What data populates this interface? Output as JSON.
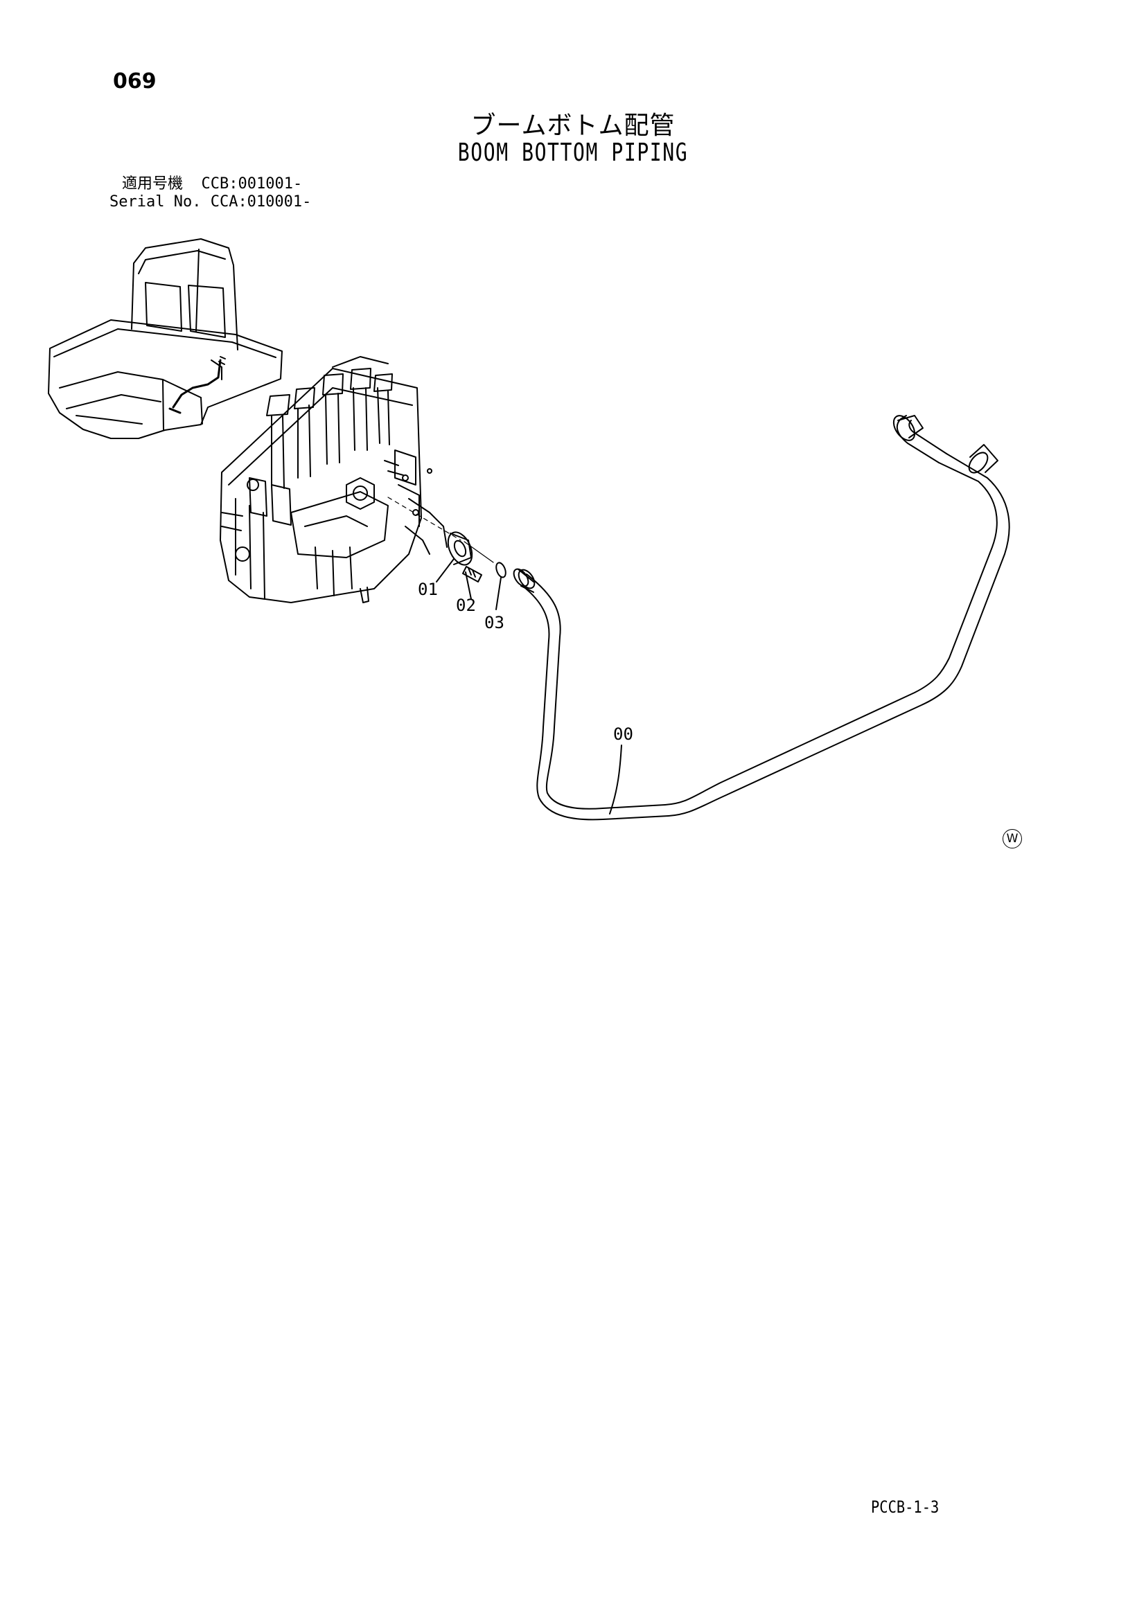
{
  "page": {
    "number": "069",
    "reference_code": "PCCB-1-3"
  },
  "title": {
    "japanese": "ブームボトム配管",
    "english": "BOOM BOTTOM PIPING"
  },
  "serial": {
    "line1_label": "適用号機",
    "line1_value": "CCB:001001-",
    "line2_label": "Serial No.",
    "line2_value": "CCA:010001-"
  },
  "callouts": [
    "01",
    "02",
    "03",
    "00"
  ],
  "mark": "W",
  "icons": [
    "excavator-locator-icon",
    "control-valve-illustration",
    "pipe-illustration"
  ]
}
